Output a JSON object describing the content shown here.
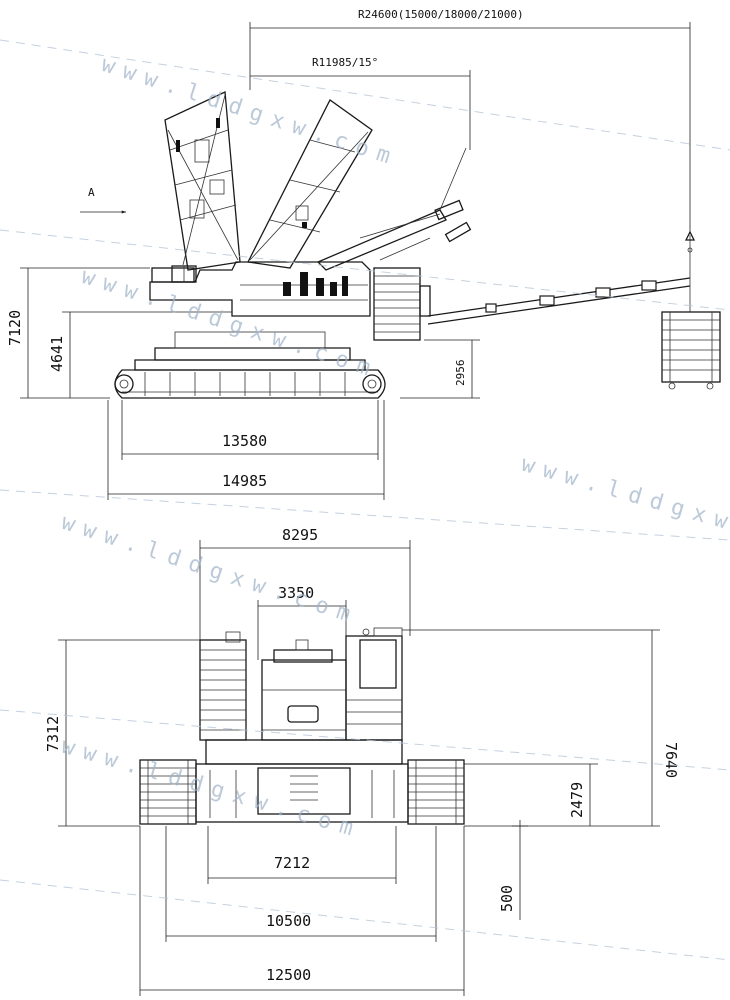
{
  "side_view": {
    "dimensions": {
      "working_radius": "R24600(15000/18000/21000)",
      "tail_radius": "R11985/15°",
      "overall_height": "7120",
      "body_height": "4641",
      "counterweight_clearance": "2956",
      "track_length": "13580",
      "overall_length": "14985"
    },
    "view_marker": "A"
  },
  "front_view": {
    "dimensions": {
      "upper_width": "8295",
      "cab_width": "3350",
      "left_height": "7312",
      "right_height": "7640",
      "carbody_height": "2479",
      "track_gauge_retracted": "7212",
      "ground_clearance": "500",
      "track_gauge_mid": "10500",
      "track_gauge_extended": "12500"
    }
  },
  "watermark": {
    "text": "www.lddgxw.com"
  }
}
